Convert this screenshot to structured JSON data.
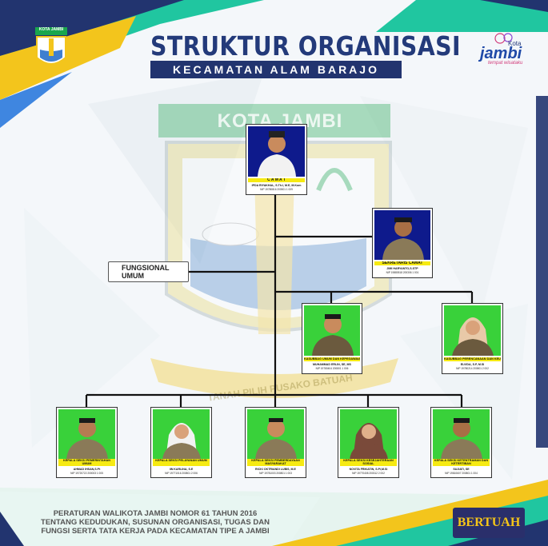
{
  "header": {
    "title": "STRUKTUR ORGANISASI",
    "subtitle": "KECAMATAN ALAM BARAJO"
  },
  "emblem": {
    "banner_text": "KOTA JAMBI",
    "motto_text": "TANAH PILIH PUSAKO BATUAH"
  },
  "corner_badge": {
    "banner_text": "KOTA JAMBI"
  },
  "logo": {
    "kota": "Kota",
    "jambi": "jambi",
    "tagline": "tempat wisataku"
  },
  "colors": {
    "navy": "#22346f",
    "yellow": "#f6ea12",
    "green_photo_bg": "#39d13a",
    "teal": "#20c6a0",
    "gold": "#f3c51c"
  },
  "org": {
    "camat": {
      "role": "C A M A T",
      "name": "IPDA RIYAKHAL, S.Th.I, M.E, M.Kom",
      "nip": "NIP 19780816 200501 1 009"
    },
    "sekretaris": {
      "role": "SEKRETARIS CAMAT",
      "name": "JIMI HARYANTO,S.STP",
      "nip": "NIP 19880518 200306 1 001"
    },
    "fungsional": "FUNGSIONAL UMUM",
    "kasubbag": [
      {
        "role": "KASUBBAG UMUM DAN KEPEGAWAIAN",
        "name": "MUHAMMAD ERLIN, SE, MS",
        "nip": "NIP 19780404 200801 1 006"
      },
      {
        "role": "KASUBBAG PERENCANAAN DAN KEUANGAN",
        "name": "ELVIDA, S.P, M.SI",
        "nip": "NIP 19780214 200801 2 002"
      }
    ],
    "kasi": [
      {
        "role": "KEPALA SEKSI PEMERINTAHAN UMUM",
        "name": "AHMAD IHSAN,S.Pt",
        "nip": "NIP 19720722 200003 1 005"
      },
      {
        "role": "KEPALA SEKSI PELAYANAN UMUM",
        "name": "IIN KARLINA, S.E",
        "nip": "NIP 19771016 200801 2 006"
      },
      {
        "role": "KEPALA SEKSI PEMBERDAYAAN MASYARAKAT",
        "name": "RICKI OKTRIANDI LUBIS, M.E",
        "nip": "NIP 19781003 200801 1 003"
      },
      {
        "role": "KEPALA SEKSI KESEJAHTERAAN SOSIAL",
        "name": "NOVITA FRIKATIN, S.Pi,M.Si",
        "nip": "NIP 19770408 200312 2 002"
      },
      {
        "role": "KEPALA SEKSI KETENTRAMAN DAN KETERTIBAN",
        "name": "SUJIATI, SE",
        "nip": "NIP 19810607 200801 1 004"
      }
    ]
  },
  "footer": {
    "line1": "PERATURAN WALIKOTA JAMBI NOMOR 61 TAHUN 2016",
    "line2": "TENTANG KEDUDUKAN, SUSUNAN ORGANISASI, TUGAS DAN",
    "line3": "FUNGSI SERTA TATA KERJA PADA KECAMATAN TIPE A JAMBI",
    "badge": "BERTUAH"
  }
}
